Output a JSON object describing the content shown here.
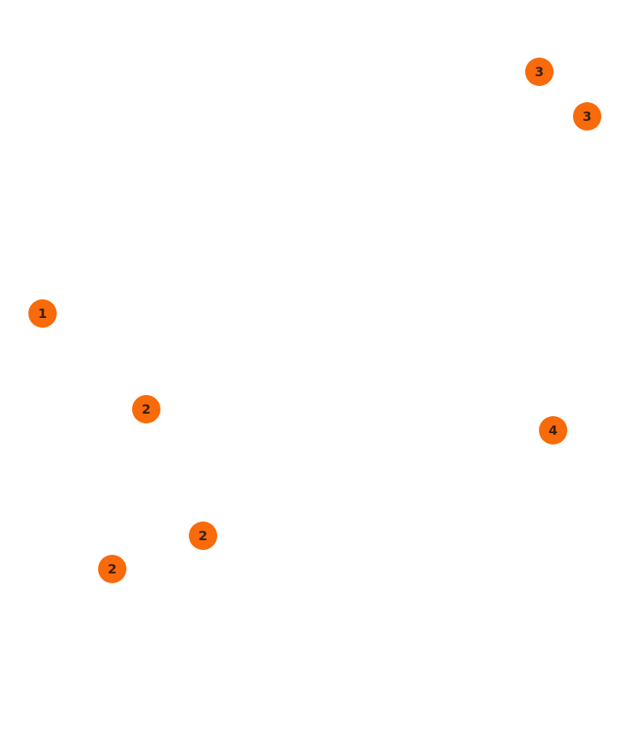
{
  "markers": [
    {
      "label": "1"
    },
    {
      "label": "2"
    },
    {
      "label": "2"
    },
    {
      "label": "2"
    },
    {
      "label": "3"
    },
    {
      "label": "3"
    },
    {
      "label": "4"
    }
  ],
  "colors": {
    "background": "#ffffff",
    "marker_fill": "#f96a0a",
    "marker_text": "#3a2010"
  }
}
